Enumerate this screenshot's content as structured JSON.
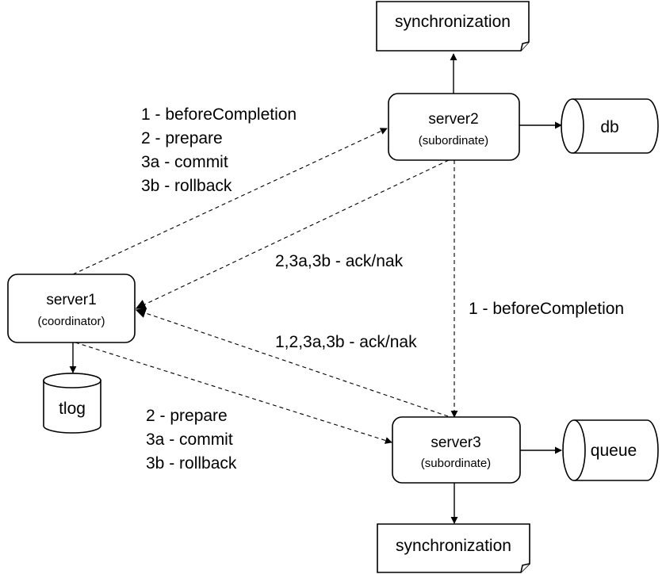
{
  "nodes": {
    "server1": {
      "title": "server1",
      "subtitle": "(coordinator)"
    },
    "server2": {
      "title": "server2",
      "subtitle": "(subordinate)"
    },
    "server3": {
      "title": "server3",
      "subtitle": "(subordinate)"
    },
    "sync_top": {
      "label": "synchronization"
    },
    "sync_bottom": {
      "label": "synchronization"
    },
    "db": {
      "label": "db"
    },
    "tlog": {
      "label": "tlog"
    },
    "queue": {
      "label": "queue"
    }
  },
  "edge_labels": {
    "s1_to_s2": [
      "1 - beforeCompletion",
      "2 - prepare",
      "3a - commit",
      "3b - rollback"
    ],
    "s2_to_s1": "2,3a,3b - ack/nak",
    "s2_to_s3": "1 - beforeCompletion",
    "s3_to_s1": "1,2,3a,3b - ack/nak",
    "s1_to_s3": [
      "2 - prepare",
      "3a - commit",
      "3b - rollback"
    ]
  }
}
